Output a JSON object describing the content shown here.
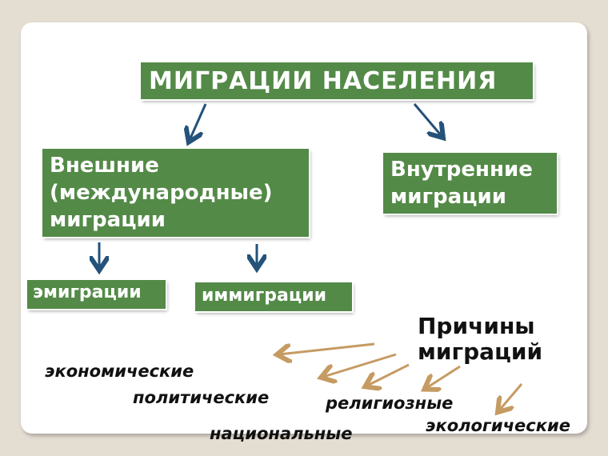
{
  "title": "МИГРАЦИИ НАСЕЛЕНИЯ",
  "branches": {
    "external": {
      "line1": "Внешние",
      "line2": "(международные)",
      "line3": "миграции"
    },
    "internal": {
      "line1": "Внутренние",
      "line2": "миграции"
    }
  },
  "external_types": {
    "emigration": "эмиграции",
    "immigration": "иммиграции"
  },
  "causes": {
    "heading_line1": "Причины",
    "heading_line2": "миграций",
    "items": [
      "экономические",
      "политические",
      "национальные",
      "религиозные",
      "экологические"
    ]
  },
  "colors": {
    "box": "#538a47",
    "blue_arrow": "#24527a",
    "tan_arrow": "#c59b62",
    "background": "#e4ddd2"
  }
}
